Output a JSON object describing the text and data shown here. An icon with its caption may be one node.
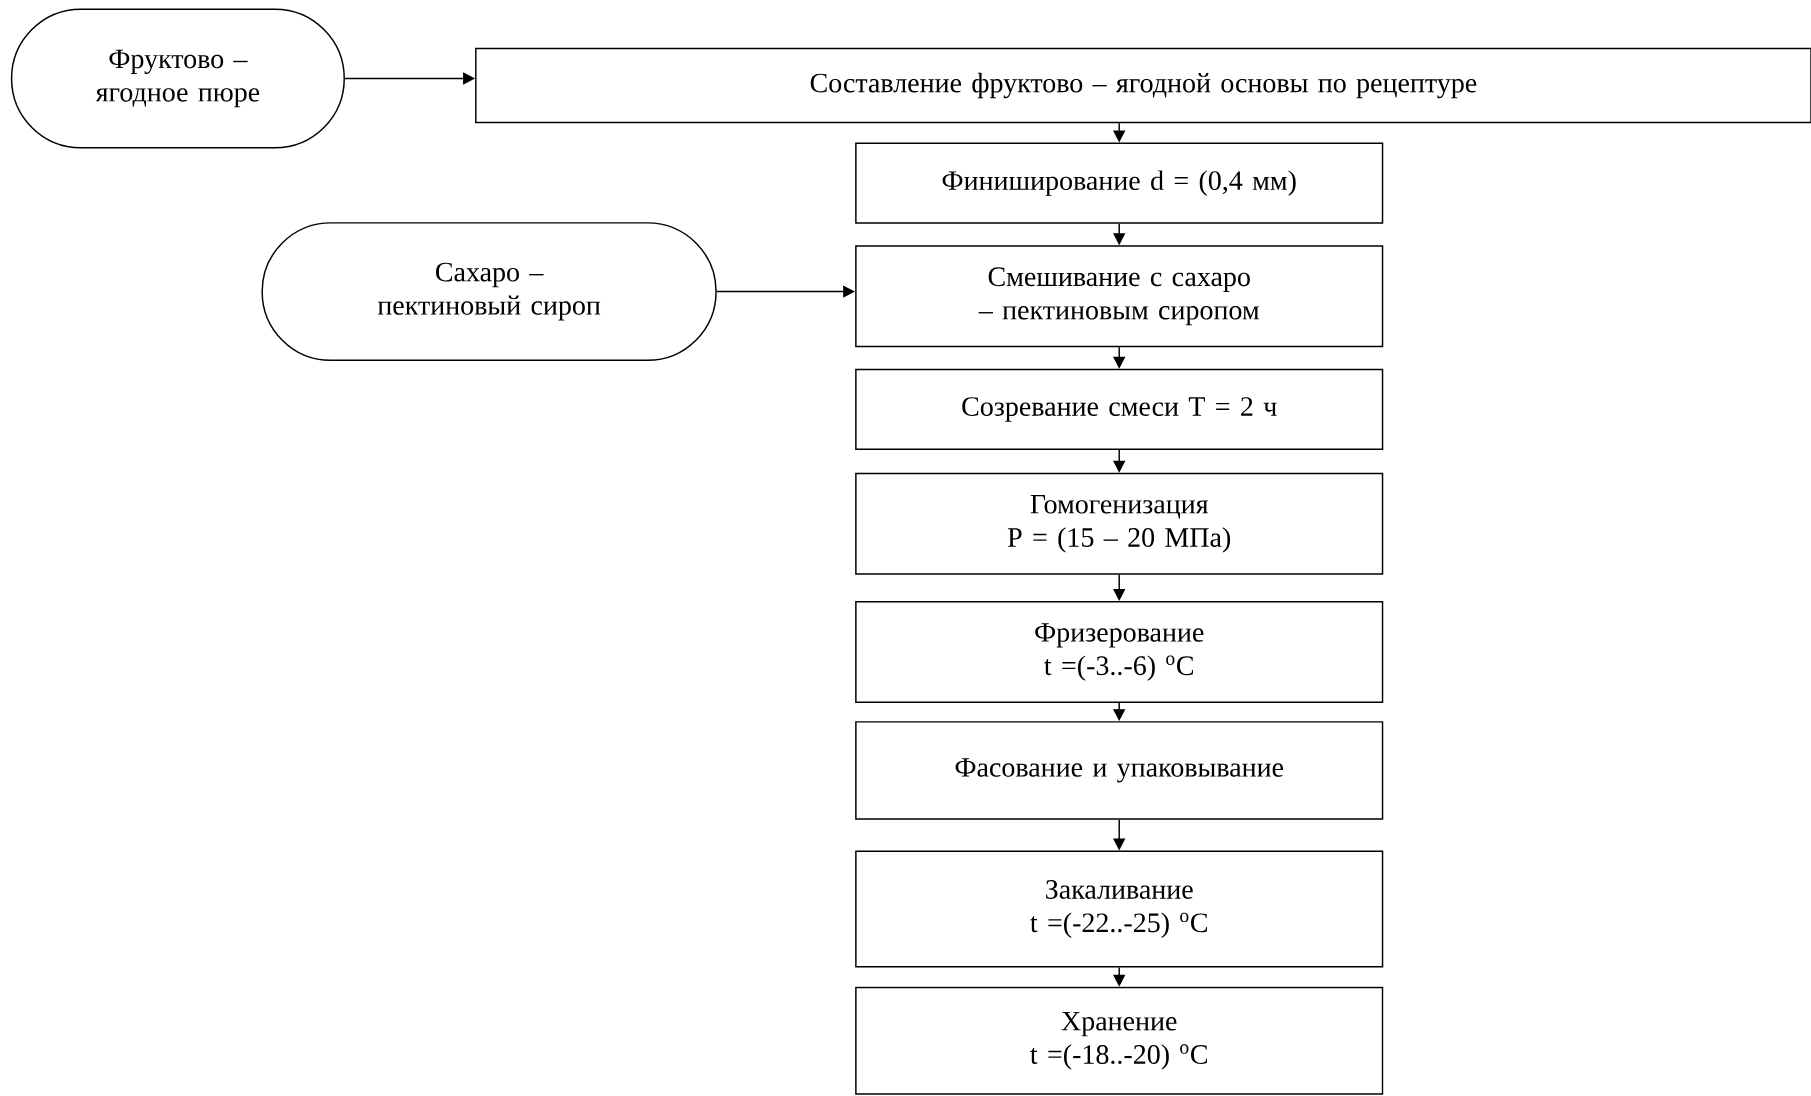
{
  "diagram": {
    "nodes": [
      {
        "text": [
          "Фруктово – ягодное пюре"
        ]
      },
      {
        "text": [
          "Составление фруктово – ягодной основы по рецептуре"
        ]
      },
      {
        "text": [
          "Финиширование d = (0,4 мм)"
        ]
      },
      {
        "text": [
          "Сахаро – пектиновый сироп"
        ]
      },
      {
        "text": [
          "Смешивание с сахаро – пектиновым сиропом"
        ]
      },
      {
        "text": [
          "Созревание смеси T = 2 ч"
        ]
      },
      {
        "text": [
          "Гомогенизация",
          "P = (15 – 20 МПа)"
        ]
      },
      {
        "text": [
          "Фризерование",
          "t =(-3..-6) $^{o}$C"
        ]
      },
      {
        "text": [
          "Фасование и упаковывание"
        ]
      },
      {
        "text": [
          "Закаливание",
          "t =(-22..-25) $^{o}$C"
        ]
      },
      {
        "text": [
          "Хранение",
          "t =(-18..-20) $^{o}$C"
        ]
      }
    ],
    "edges": [
      {
        "from": 0,
        "to": 1,
        "arrow": "to"
      },
      {
        "from": 1,
        "to": 2,
        "arrow": "to"
      },
      {
        "from": 2,
        "to": 4,
        "arrow": "to"
      },
      {
        "from": 3,
        "to": 4,
        "arrow": "to"
      },
      {
        "from": 4,
        "to": 5,
        "arrow": "to"
      },
      {
        "from": 5,
        "to": 6,
        "arrow": "to"
      },
      {
        "from": 6,
        "to": 7,
        "arrow": "to"
      },
      {
        "from": 7,
        "to": 8,
        "arrow": "to"
      },
      {
        "from": 8,
        "to": 9,
        "arrow": "to"
      },
      {
        "from": 9,
        "to": 10,
        "arrow": "to"
      }
    ]
  }
}
